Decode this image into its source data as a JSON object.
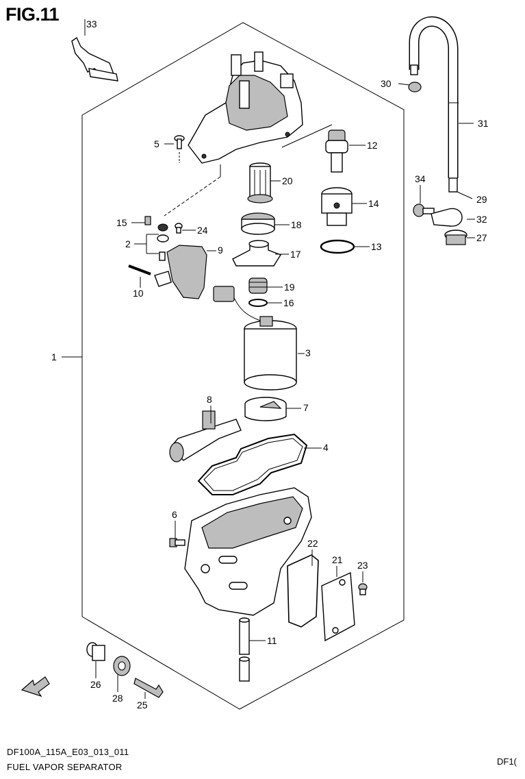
{
  "figure": {
    "title": "FIG.11"
  },
  "callouts": [
    {
      "id": "1",
      "label": "1"
    },
    {
      "id": "2",
      "label": "2"
    },
    {
      "id": "3",
      "label": "3"
    },
    {
      "id": "4",
      "label": "4"
    },
    {
      "id": "5",
      "label": "5"
    },
    {
      "id": "6",
      "label": "6"
    },
    {
      "id": "7",
      "label": "7"
    },
    {
      "id": "8",
      "label": "8"
    },
    {
      "id": "9",
      "label": "9"
    },
    {
      "id": "10",
      "label": "10"
    },
    {
      "id": "11",
      "label": "11"
    },
    {
      "id": "12",
      "label": "12"
    },
    {
      "id": "13",
      "label": "13"
    },
    {
      "id": "14",
      "label": "14"
    },
    {
      "id": "15",
      "label": "15"
    },
    {
      "id": "16",
      "label": "16"
    },
    {
      "id": "17",
      "label": "17"
    },
    {
      "id": "18",
      "label": "18"
    },
    {
      "id": "19",
      "label": "19"
    },
    {
      "id": "20",
      "label": "20"
    },
    {
      "id": "21",
      "label": "21"
    },
    {
      "id": "22",
      "label": "22"
    },
    {
      "id": "23",
      "label": "23"
    },
    {
      "id": "24",
      "label": "24"
    },
    {
      "id": "25",
      "label": "25"
    },
    {
      "id": "26",
      "label": "26"
    },
    {
      "id": "27",
      "label": "27"
    },
    {
      "id": "28",
      "label": "28"
    },
    {
      "id": "29",
      "label": "29"
    },
    {
      "id": "30",
      "label": "30"
    },
    {
      "id": "31",
      "label": "31"
    },
    {
      "id": "32",
      "label": "32"
    },
    {
      "id": "33",
      "label": "33"
    },
    {
      "id": "34",
      "label": "34"
    }
  ],
  "footer": {
    "code": "DF100A_115A_E03_013_011",
    "name": "FUEL VAPOR SEPARATOR",
    "model_tag": "DF1("
  },
  "icons": {
    "direction_arrow": "fwd-arrow-icon"
  }
}
